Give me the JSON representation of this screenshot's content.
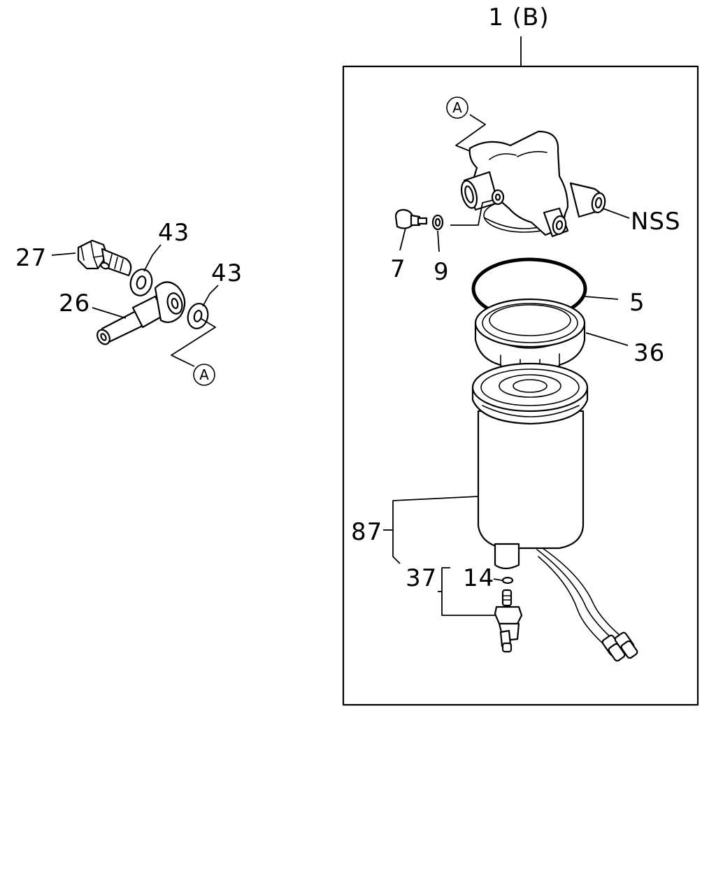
{
  "assembly_label": "1 (B)",
  "reference_marker": "A",
  "parts": {
    "banjo_bolt": "27",
    "washer_upper": "43",
    "washer_lower": "43",
    "banjo_fitting": "26",
    "filter_head": "NSS",
    "plug": "7",
    "plug_washer": "9",
    "o_ring": "5",
    "retaining_ring": "36",
    "filter_element": "87",
    "sensor_assembly": "37",
    "small_o_ring": "14"
  }
}
